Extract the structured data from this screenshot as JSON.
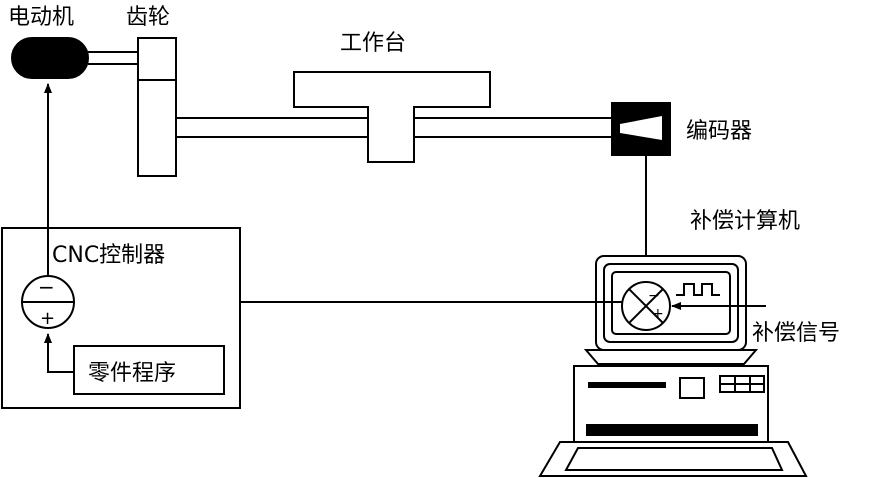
{
  "labels": {
    "motor": "电动机",
    "gear": "齿轮",
    "table": "工作台",
    "encoder": "编码器",
    "comp_computer": "补偿计算机",
    "cnc": "CNC控制器",
    "part_program": "零件程序",
    "comp_signal": "补偿信号"
  },
  "summing_junction": {
    "minus": "−",
    "plus": "+"
  },
  "colors": {
    "ink": "#000000",
    "background": "#ffffff"
  }
}
